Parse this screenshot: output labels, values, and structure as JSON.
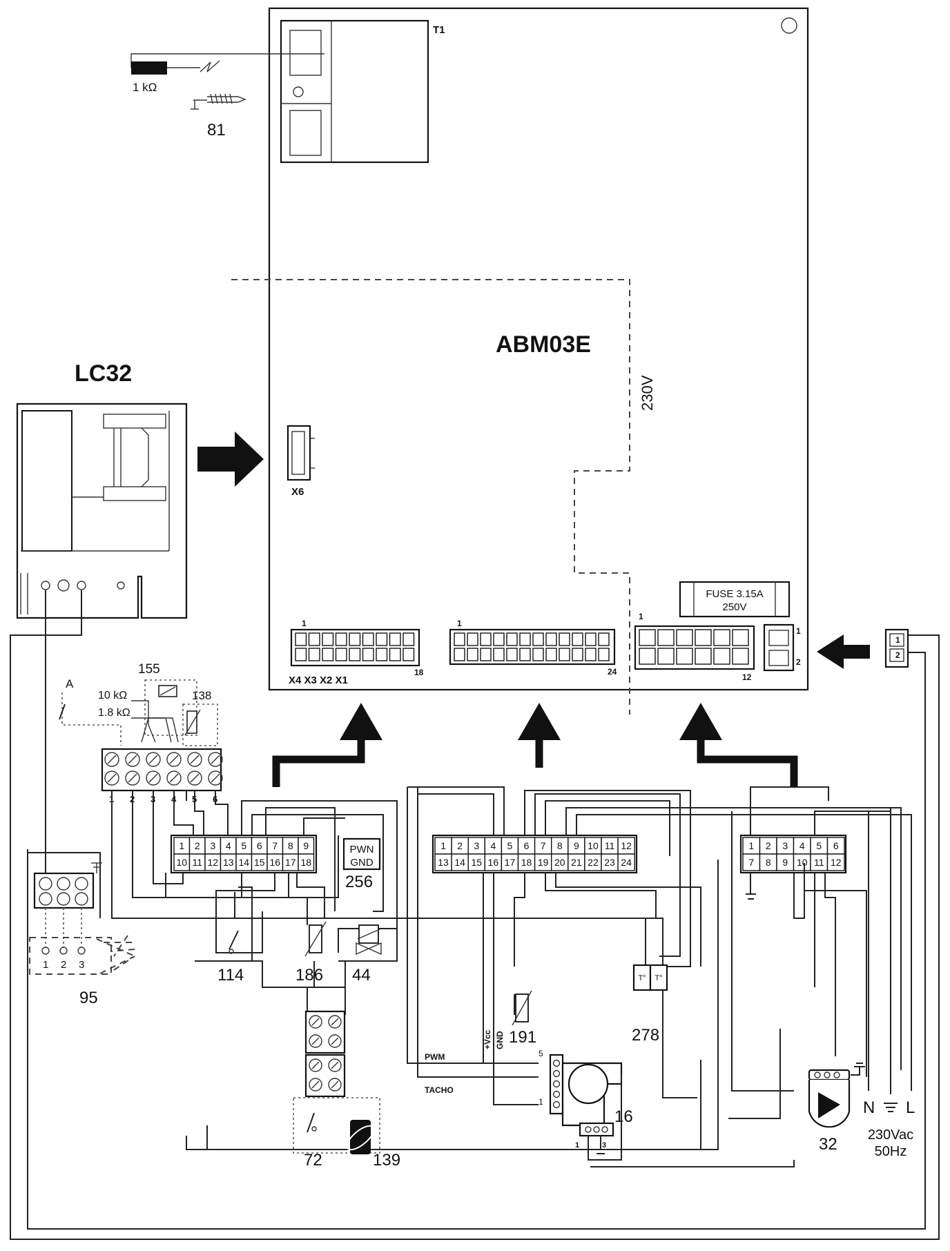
{
  "board": {
    "name": "ABM03E",
    "transformer": "T1",
    "voltage_zone": "230V",
    "fuse_line1": "FUSE 3.15A",
    "fuse_line2": "250V"
  },
  "lc32": {
    "name": "LC32"
  },
  "connectors": {
    "x6": "X6",
    "x4_labels": "X4 X3 X2 X1",
    "x4_first": "1",
    "x4_last": "18",
    "mid_first": "1",
    "mid_last": "24",
    "power_first": "1",
    "power_last": "12",
    "aux_1": "1",
    "aux_2": "2",
    "mains_pin1": "1",
    "mains_pin2": "2"
  },
  "terminal_strip": {
    "pins": [
      "1",
      "2",
      "3",
      "4",
      "5",
      "6"
    ]
  },
  "block_18": {
    "row1": [
      "1",
      "2",
      "3",
      "4",
      "5",
      "6",
      "7",
      "8",
      "9"
    ],
    "row2": [
      "10",
      "11",
      "12",
      "13",
      "14",
      "15",
      "16",
      "17",
      "18"
    ]
  },
  "block_24": {
    "row1": [
      "1",
      "2",
      "3",
      "4",
      "5",
      "6",
      "7",
      "8",
      "9",
      "10",
      "11",
      "12"
    ],
    "row2": [
      "13",
      "14",
      "15",
      "16",
      "17",
      "18",
      "19",
      "20",
      "21",
      "22",
      "23",
      "24"
    ]
  },
  "block_12": {
    "row1": [
      "1",
      "2",
      "3",
      "4",
      "5",
      "6"
    ],
    "row2": [
      "7",
      "8",
      "9",
      "10",
      "11",
      "12"
    ]
  },
  "pwm_box": {
    "line1": "PWN",
    "line2": "GND"
  },
  "components": {
    "c81": "81",
    "resistor_1k": "1 kΩ",
    "c155": "155",
    "res_10k": "10 kΩ",
    "res_1_8k": "1.8 kΩ",
    "c138": "138",
    "label_a": "A",
    "c256": "256",
    "c114": "114",
    "c186": "186",
    "c44": "44",
    "c95": "95",
    "fan_pins": [
      "1",
      "2",
      "3"
    ],
    "c72": "72",
    "c139": "139",
    "c191": "191",
    "c278": "278",
    "t_symbol": "T°",
    "c16": "16",
    "vcc": "+Vcc",
    "gnd": "GND",
    "pwm": "PWM",
    "tacho": "TACHO",
    "fan_pin5": "5",
    "fan_pin1": "1",
    "ground_pin1": "1",
    "ground_pin3": "3",
    "c32": "32",
    "mains_n": "N",
    "mains_l": "L",
    "mains_spec1": "230Vac",
    "mains_spec2": "50Hz"
  }
}
